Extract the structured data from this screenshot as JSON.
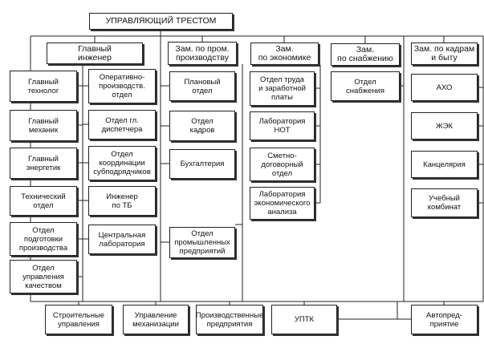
{
  "trust": {
    "title": "УПРАВЛЯЮЩИЙ ТРЕСТОМ"
  },
  "chief_engineer": {
    "title": "Главный\nинженер",
    "left": [
      "Главный\nтехнолог",
      "Главный\nмеханик",
      "Главный\nэнергетик",
      "Технический\nотдел",
      "Отдел\nподготовки\nпроизводства",
      "Отдел\nуправления\nкачеством"
    ],
    "right": [
      "Оперативно-\nпроизводств.\nотдел",
      "Отдел гл.\nдиспетчера",
      "Отдел\nкоординации\nсубподрядчиков",
      "Инженер\nпо ТБ",
      "Центральная\nлаборатория"
    ]
  },
  "deputy_production": {
    "title": "Зам. по пром.\nпроизводству",
    "items": [
      "Плановый\nотдел",
      "Отдел\nкадров",
      "Бухгалтерия",
      "Отдел\nпромышленных\nпредприятий"
    ]
  },
  "deputy_economics": {
    "title": "Зам.\nпо экономике",
    "items": [
      "Отдел труда\nи заработной\nплаты",
      "Лаборатория\nНОТ",
      "Сметно-\nдоговорный\nотдел",
      "Лаборатория\nэкономического\nанализа"
    ]
  },
  "deputy_supply": {
    "title": "Зам.\nпо снабжению",
    "items": [
      "Отдел\nснабжения"
    ]
  },
  "deputy_personnel": {
    "title": "Зам. по кадрам\nи быту",
    "items": [
      "АХО",
      "ЖЭК",
      "Канцелярия",
      "Учебный\nкомбинат"
    ]
  },
  "bottom_units": [
    "Строительные\nуправления",
    "Управление\nмеханизации",
    "Производственные\nпредприятия",
    "УПТК",
    "Автопред-\nприятие"
  ]
}
